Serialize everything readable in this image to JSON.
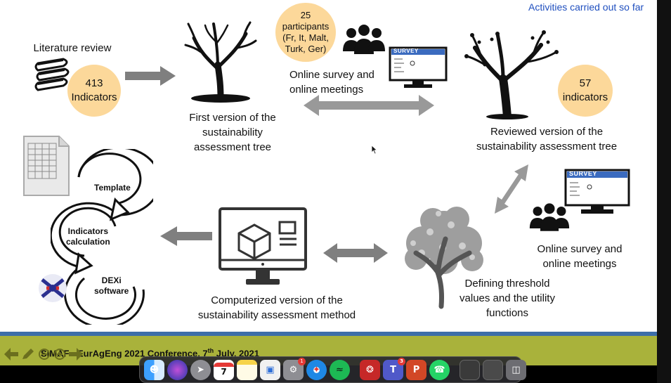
{
  "header": {
    "title": "Activities carried out so far"
  },
  "literature": {
    "label": "Literature review",
    "count": "413",
    "unit": "Indicators"
  },
  "participants": {
    "count": "25",
    "label": "participants",
    "countries": "(Fr, It, Malt,",
    "countries2": "Turk, Ger)"
  },
  "survey_top": {
    "line1": "Online survey and",
    "line2": "online meetings",
    "screen_label": "SURVEY"
  },
  "tree_first": {
    "line1": "First version of the",
    "line2": "sustainability",
    "line3": "assessment tree"
  },
  "reviewed": {
    "count": "57",
    "unit": "indicators",
    "line1": "Reviewed version of the",
    "line2": "sustainability assessment tree"
  },
  "survey_right": {
    "line1": "Online survey and",
    "line2": "online meetings",
    "screen_label": "SURVEY"
  },
  "threshold": {
    "line1": "Defining threshold",
    "line2": "values and the utility",
    "line3": "functions"
  },
  "computerized": {
    "line1": "Computerized version of the",
    "line2": "sustainability assessment method"
  },
  "cycle": {
    "template": "Template",
    "calc1": "Indicators",
    "calc2": "calculation",
    "dexi1": "DEXi",
    "dexi2": "software"
  },
  "footer": {
    "text": "SIMAF - EurAgEng 2021 Conference, 7",
    "sup": "th",
    "text2": " July, 2021"
  },
  "dock": {
    "calendar_day": "7",
    "badges": {
      "settings": "1",
      "teams": "3"
    }
  },
  "colors": {
    "accent_blue": "#1f4fbf",
    "circle_fill": "#fcd89a",
    "footer_band": "#a9b23b",
    "footer_line": "#3d6ea8",
    "arrow_grey": "#7f7f7f"
  }
}
